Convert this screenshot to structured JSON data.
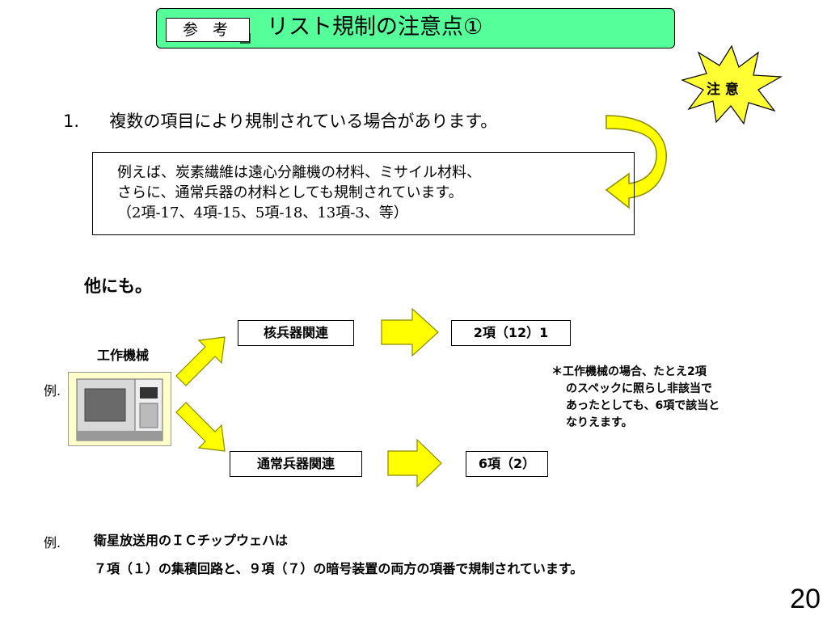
{
  "header": {
    "tag": "参 考",
    "title": "リスト規制の注意点①"
  },
  "badge": {
    "label": "注 意"
  },
  "item1": {
    "number": "1.",
    "text": "複数の項目により規制されている場合があります。"
  },
  "example_box": {
    "line1": "例えば、炭素繊維は遠心分離機の材料、ミサイル材料、",
    "line2": "さらに、通常兵器の材料としても規制されています。",
    "line3": "（2項-17、4項-15、5項-18、13項-3、等）"
  },
  "others": "他にも。",
  "diagram": {
    "example_label": "例.",
    "machine_label": "工作機械",
    "nuclear_label": "核兵器関連",
    "nuclear_item": "2項（12）1",
    "conventional_label": "通常兵器関連",
    "conventional_item": "6項（2）"
  },
  "note": {
    "line1": "＊工作機械の場合、たとえ2項",
    "line2": "のスペックに照らし非該当で",
    "line3": "あったとしても、6項で該当と",
    "line4": "なりえます。"
  },
  "example2": {
    "label": "例.",
    "line1": "衛星放送用のＩＣチップウェハは",
    "line2": "７項（１）の集積回路と、９項（７）の暗号装置の両方の項番で規制されています。"
  },
  "page_number": "20",
  "colors": {
    "title_bg": "#55ff99",
    "arrow_fill": "#ffff00",
    "arrow_stroke": "#8a8a00",
    "badge_fill": "#ffff33"
  }
}
